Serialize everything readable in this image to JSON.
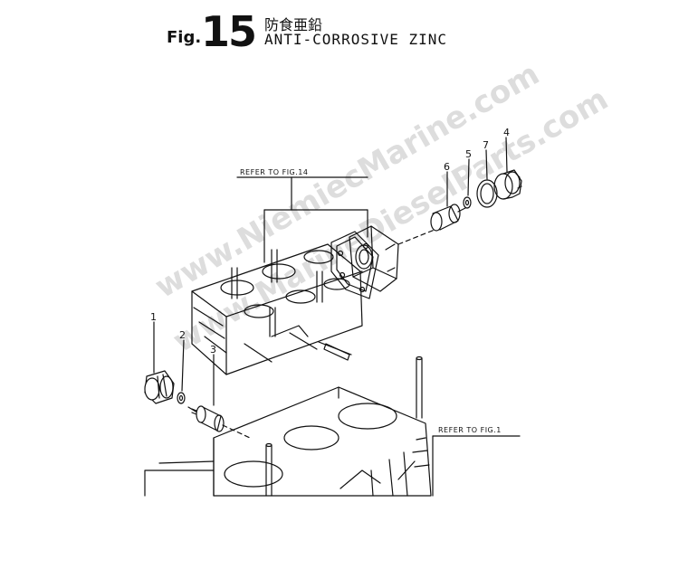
{
  "header": {
    "fig_label": "Fig.",
    "fig_number": "15",
    "title_jp": "防食亜鉛",
    "title_en": "ANTI-CORROSIVE ZINC"
  },
  "references": {
    "ref_top": "REFER TO FIG.14",
    "ref_right": "REFER TO FIG.1"
  },
  "callouts": [
    "1",
    "2",
    "3",
    "4",
    "5",
    "6",
    "7"
  ],
  "watermark": {
    "line1": "www.NiemiecMarine.com",
    "line2": "www.MarineDieselParts.com"
  }
}
